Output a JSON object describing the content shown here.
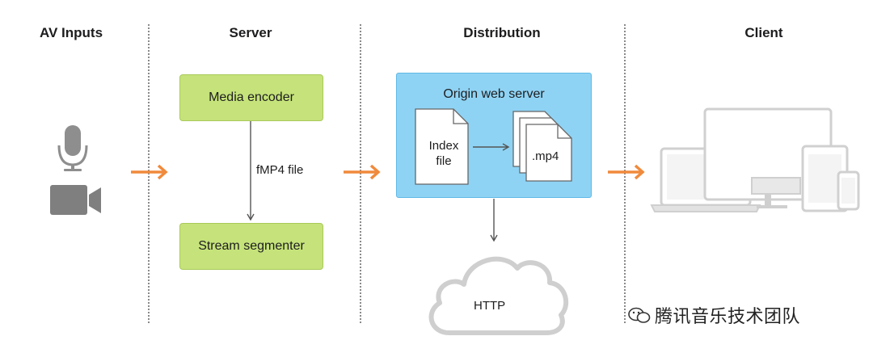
{
  "columns": {
    "av_inputs": "AV Inputs",
    "server": "Server",
    "distribution": "Distribution",
    "client": "Client"
  },
  "server": {
    "encoder_label": "Media encoder",
    "fmp4_label": "fMP4 file",
    "segmenter_label": "Stream segmenter"
  },
  "distribution": {
    "origin_label": "Origin web server",
    "index_label_line1": "Index",
    "index_label_line2": "file",
    "mp4_label": ".mp4",
    "http_label": "HTTP"
  },
  "watermark": "腾讯音乐技术团队",
  "colors": {
    "arrow_orange": "#f08a3c",
    "encoder_green": "#c5e37a",
    "origin_blue": "#8fd3f4",
    "device_gray": "#d4d4d4"
  },
  "icons": [
    "microphone-icon",
    "video-camera-icon",
    "document-icon",
    "cloud-icon",
    "laptop-icon",
    "desktop-monitor-icon",
    "tablet-icon",
    "phone-icon",
    "wechat-icon"
  ]
}
